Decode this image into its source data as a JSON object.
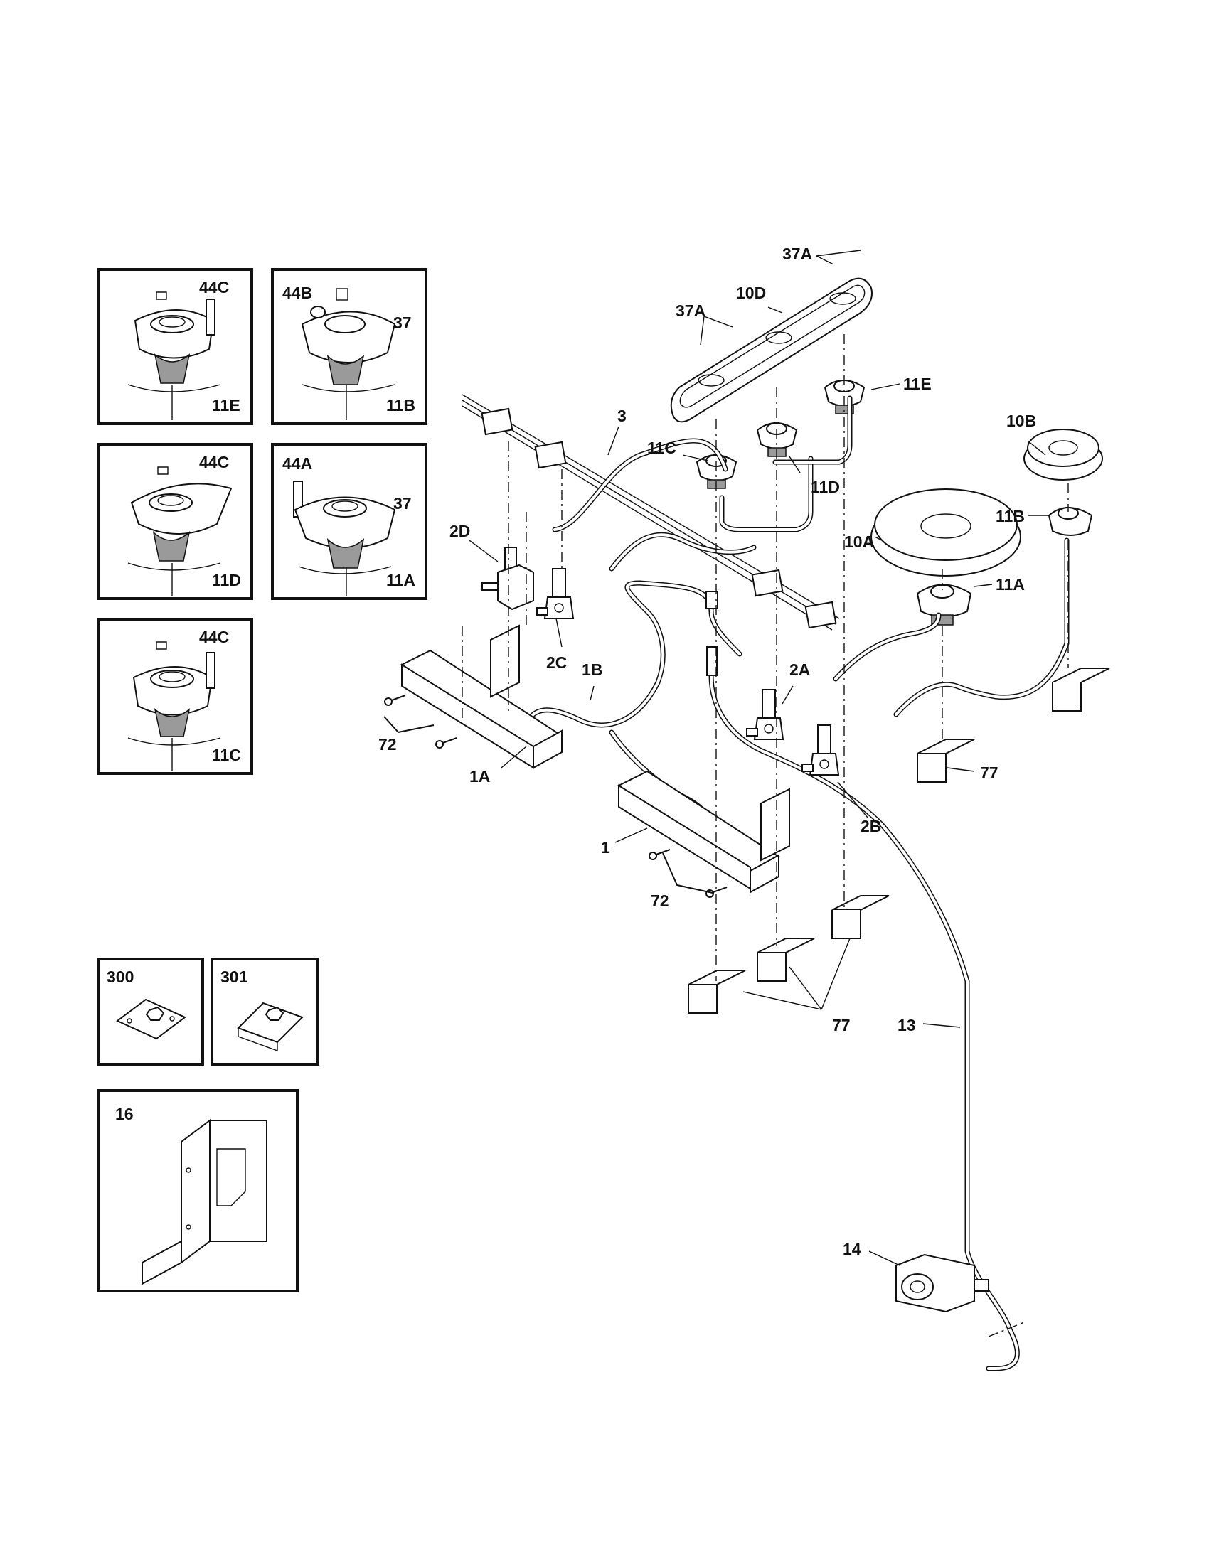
{
  "insets": [
    {
      "id": "inset-11e",
      "part": "11E",
      "callout": "44C"
    },
    {
      "id": "inset-11b",
      "part": "11B",
      "callout": "44B",
      "callout2": "37"
    },
    {
      "id": "inset-11d",
      "part": "11D",
      "callout": "44C"
    },
    {
      "id": "inset-11a",
      "part": "11A",
      "callout": "44A",
      "callout2": "37"
    },
    {
      "id": "inset-11c",
      "part": "11C",
      "callout": "44C"
    },
    {
      "id": "inset-300",
      "part": "300"
    },
    {
      "id": "inset-301",
      "part": "301"
    },
    {
      "id": "inset-16",
      "part": "16"
    }
  ],
  "callouts": {
    "l37a_top": "37A",
    "l37a_left": "37A",
    "l10d": "10D",
    "l11e": "11E",
    "l3": "3",
    "l11c": "11C",
    "l11d": "11D",
    "l10b": "10B",
    "l11b": "11B",
    "l10a": "10A",
    "l11a": "11A",
    "l2d": "2D",
    "l2c": "2C",
    "l1b": "1B",
    "l2a": "2A",
    "l72_upper": "72",
    "l1a": "1A",
    "l77_right": "77",
    "l2b": "2B",
    "l1": "1",
    "l72_lower": "72",
    "l77_lower": "77",
    "l13": "13",
    "l14": "14"
  }
}
